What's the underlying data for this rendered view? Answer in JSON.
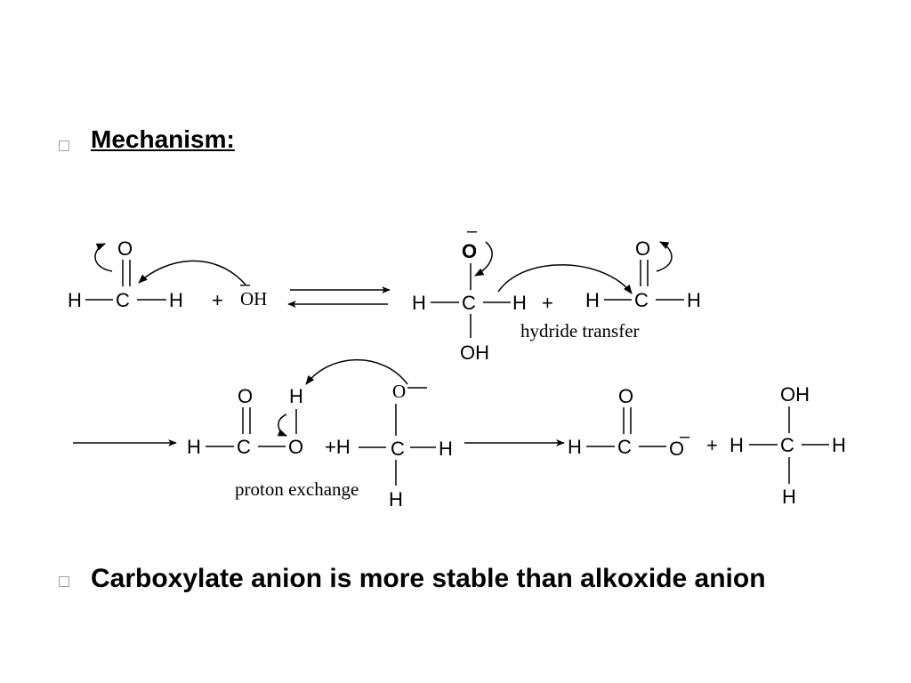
{
  "slide": {
    "heading": "Mechanism:",
    "statement": "Carboxylate anion is more stable than alkoxide anion",
    "bullet_icon": "square-bullet-icon"
  },
  "scheme": {
    "atoms": {
      "C": "C",
      "H": "H",
      "O": "O",
      "OH": "OH"
    },
    "symbols": {
      "plus": "+",
      "minus": "–"
    },
    "reagents": {
      "hydroxide": "OH",
      "plus_hydride": "+H"
    },
    "labels": {
      "hydride_transfer": "hydride transfer",
      "proton_exchange": "proton exchange"
    }
  }
}
